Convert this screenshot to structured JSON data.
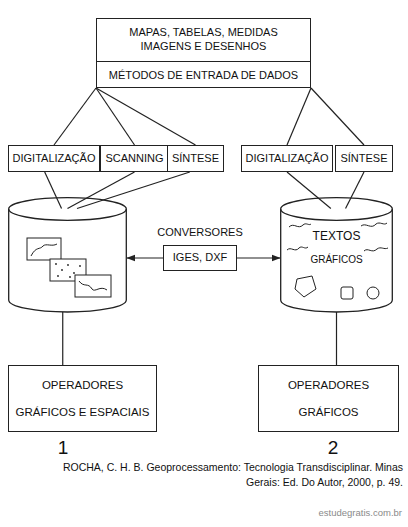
{
  "diagram": {
    "caption": "ROCHA, C. H. B. Geoprocessamento: Tecnologia Transdisciplinar. Minas Gerais: Ed. Do Autor, 2000, p. 49.",
    "nodes": [
      {
        "text": [
          "MAPAS, TABELAS, MEDIDAS IMAGENS E DESENHOS",
          "MÉTODOS DE ENTRADA DE DADOS"
        ]
      },
      {
        "text": [
          "DIGITALIZAÇÃO"
        ]
      },
      {
        "text": [
          "SCANNING"
        ]
      },
      {
        "text": [
          "SÍNTESE"
        ]
      },
      {
        "text": [
          "DIGITALIZAÇÃO"
        ]
      },
      {
        "text": [
          "SÍNTESE"
        ]
      },
      {
        "text": []
      },
      {
        "text": [
          "CONVERSORES",
          "IGES, DXF"
        ]
      },
      {
        "text": [
          "TEXTOS",
          "GRÁFICOS"
        ]
      },
      {
        "text": [
          "OPERADORES",
          "GRÁFICOS E ESPACIAIS"
        ]
      },
      {
        "text": [
          "OPERADORES",
          "GRÁFICOS"
        ]
      }
    ],
    "edges": [
      {
        "from": 0,
        "to": 1,
        "arrow": "none"
      },
      {
        "from": 0,
        "to": 2,
        "arrow": "none"
      },
      {
        "from": 0,
        "to": 3,
        "arrow": "none"
      },
      {
        "from": 0,
        "to": 4,
        "arrow": "none"
      },
      {
        "from": 0,
        "to": 5,
        "arrow": "none"
      },
      {
        "from": 1,
        "to": 6,
        "arrow": "none"
      },
      {
        "from": 2,
        "to": 6,
        "arrow": "none"
      },
      {
        "from": 3,
        "to": 6,
        "arrow": "none"
      },
      {
        "from": 4,
        "to": 8,
        "arrow": "none"
      },
      {
        "from": 5,
        "to": 8,
        "arrow": "none"
      },
      {
        "from": 7,
        "to": 6,
        "arrow": "to"
      },
      {
        "from": 7,
        "to": 8,
        "arrow": "to"
      },
      {
        "from": 6,
        "to": 9,
        "arrow": "none"
      },
      {
        "from": 8,
        "to": 10,
        "arrow": "none"
      }
    ],
    "labels": [
      "1",
      "2",
      "estudegratis.com.br"
    ]
  }
}
